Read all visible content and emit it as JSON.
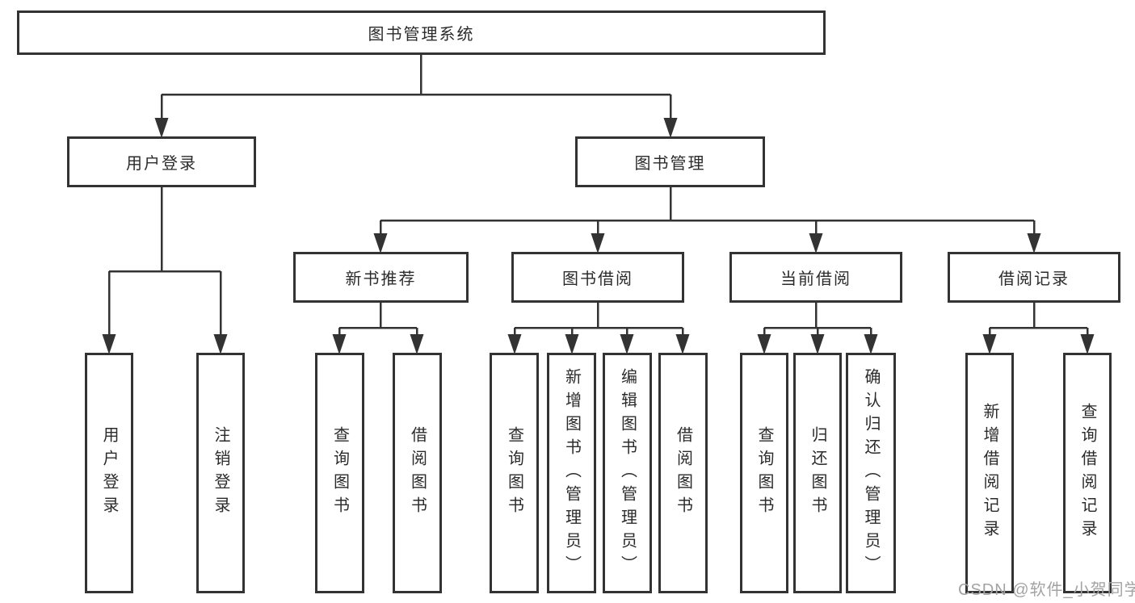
{
  "tree": {
    "label": "图书管理系统",
    "children": [
      {
        "label": "用户登录",
        "leaves": [
          "用户登录",
          "注销登录"
        ]
      },
      {
        "label": "图书管理",
        "children": [
          {
            "label": "新书推荐",
            "leaves": [
              "查询图书",
              "借阅图书"
            ]
          },
          {
            "label": "图书借阅",
            "leaves": [
              "查询图书",
              "新增图书（管理员）",
              "编辑图书（管理员）",
              "借阅图书"
            ]
          },
          {
            "label": "当前借阅",
            "leaves": [
              "查询图书",
              "归还图书",
              "确认归还（管理员）"
            ]
          },
          {
            "label": "借阅记录",
            "leaves": [
              "新增借阅记录",
              "查询借阅记录"
            ]
          }
        ]
      }
    ]
  },
  "watermark": {
    "text": "CSDN @软件_小贺同学"
  },
  "colors": {
    "line": "#333333",
    "box_border": "#333333",
    "box_background": "#ffffff",
    "text": "#2b2b2b",
    "watermark": "#a3a3a3"
  }
}
